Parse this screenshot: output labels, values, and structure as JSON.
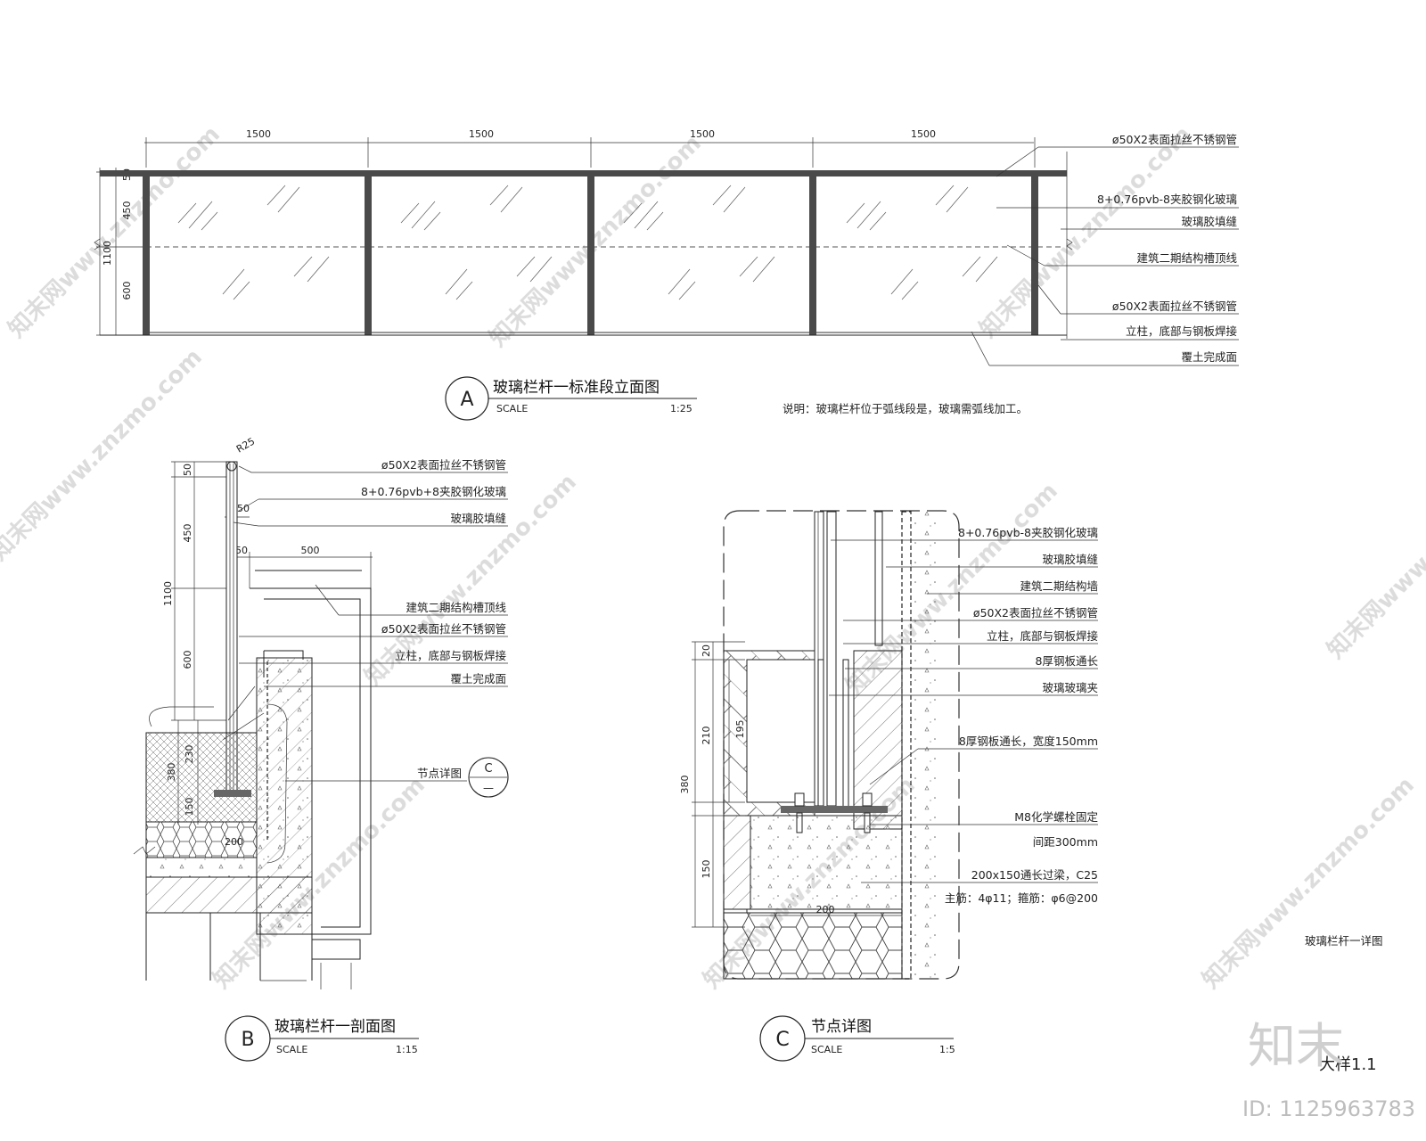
{
  "elevation": {
    "dims": [
      "1500",
      "1500",
      "1500",
      "1500"
    ],
    "vdims": [
      "50",
      "450",
      "600",
      "1100"
    ],
    "notes": [
      "ø50X2表面拉丝不锈钢管",
      "8+0.76pvb-8夹胶钢化玻璃",
      "玻璃胶填缝",
      "建筑二期结构槽顶线",
      "ø50X2表面拉丝不锈钢管",
      "立柱，底部与钢板焊接",
      "覆土完成面"
    ],
    "title_letter": "A",
    "title": "玻璃栏杆一标准段立面图",
    "scale_label": "SCALE",
    "scale": "1:25",
    "remark": "说明：玻璃栏杆位于弧线段是，玻璃需弧线加工。"
  },
  "section": {
    "dims_top": [
      "R25",
      "50",
      "50",
      "500"
    ],
    "vdims": [
      "50",
      "450",
      "1100",
      "600",
      "380",
      "230",
      "150",
      "200"
    ],
    "notes": [
      "ø50X2表面拉丝不锈钢管",
      "8+0.76pvb+8夹胶钢化玻璃",
      "玻璃胶填缝",
      "建筑二期结构槽顶线",
      "ø50X2表面拉丝不锈钢管",
      "立柱，底部与钢板焊接",
      "覆土完成面",
      "节点详图"
    ],
    "callout_letter": "C",
    "callout_sub": "—",
    "title_letter": "B",
    "title": "玻璃栏杆一剖面图",
    "scale_label": "SCALE",
    "scale": "1:15"
  },
  "detail": {
    "vdims": [
      "20",
      "195",
      "210",
      "380",
      "150",
      "200"
    ],
    "notes": [
      "8+0.76pvb-8夹胶钢化玻璃",
      "玻璃胶填缝",
      "建筑二期结构墙",
      "ø50X2表面拉丝不锈钢管",
      "立柱，底部与钢板焊接",
      "8厚钢板通长",
      "玻璃玻璃夹",
      "8厚钢板通长，宽度150mm",
      "M8化学螺栓固定",
      "间距300mm",
      "200x150通长过梁，C25",
      "主筋：4φ11；箍筋：φ6@200"
    ],
    "title_letter": "C",
    "title": "节点详图",
    "scale_label": "SCALE",
    "scale": "1:5"
  },
  "sheet": {
    "caption": "玻璃栏杆一详图",
    "number": "大样1.1",
    "logo": "知末",
    "id": "ID: 1125963783",
    "watermark": "知末网www.znzmo.com"
  }
}
